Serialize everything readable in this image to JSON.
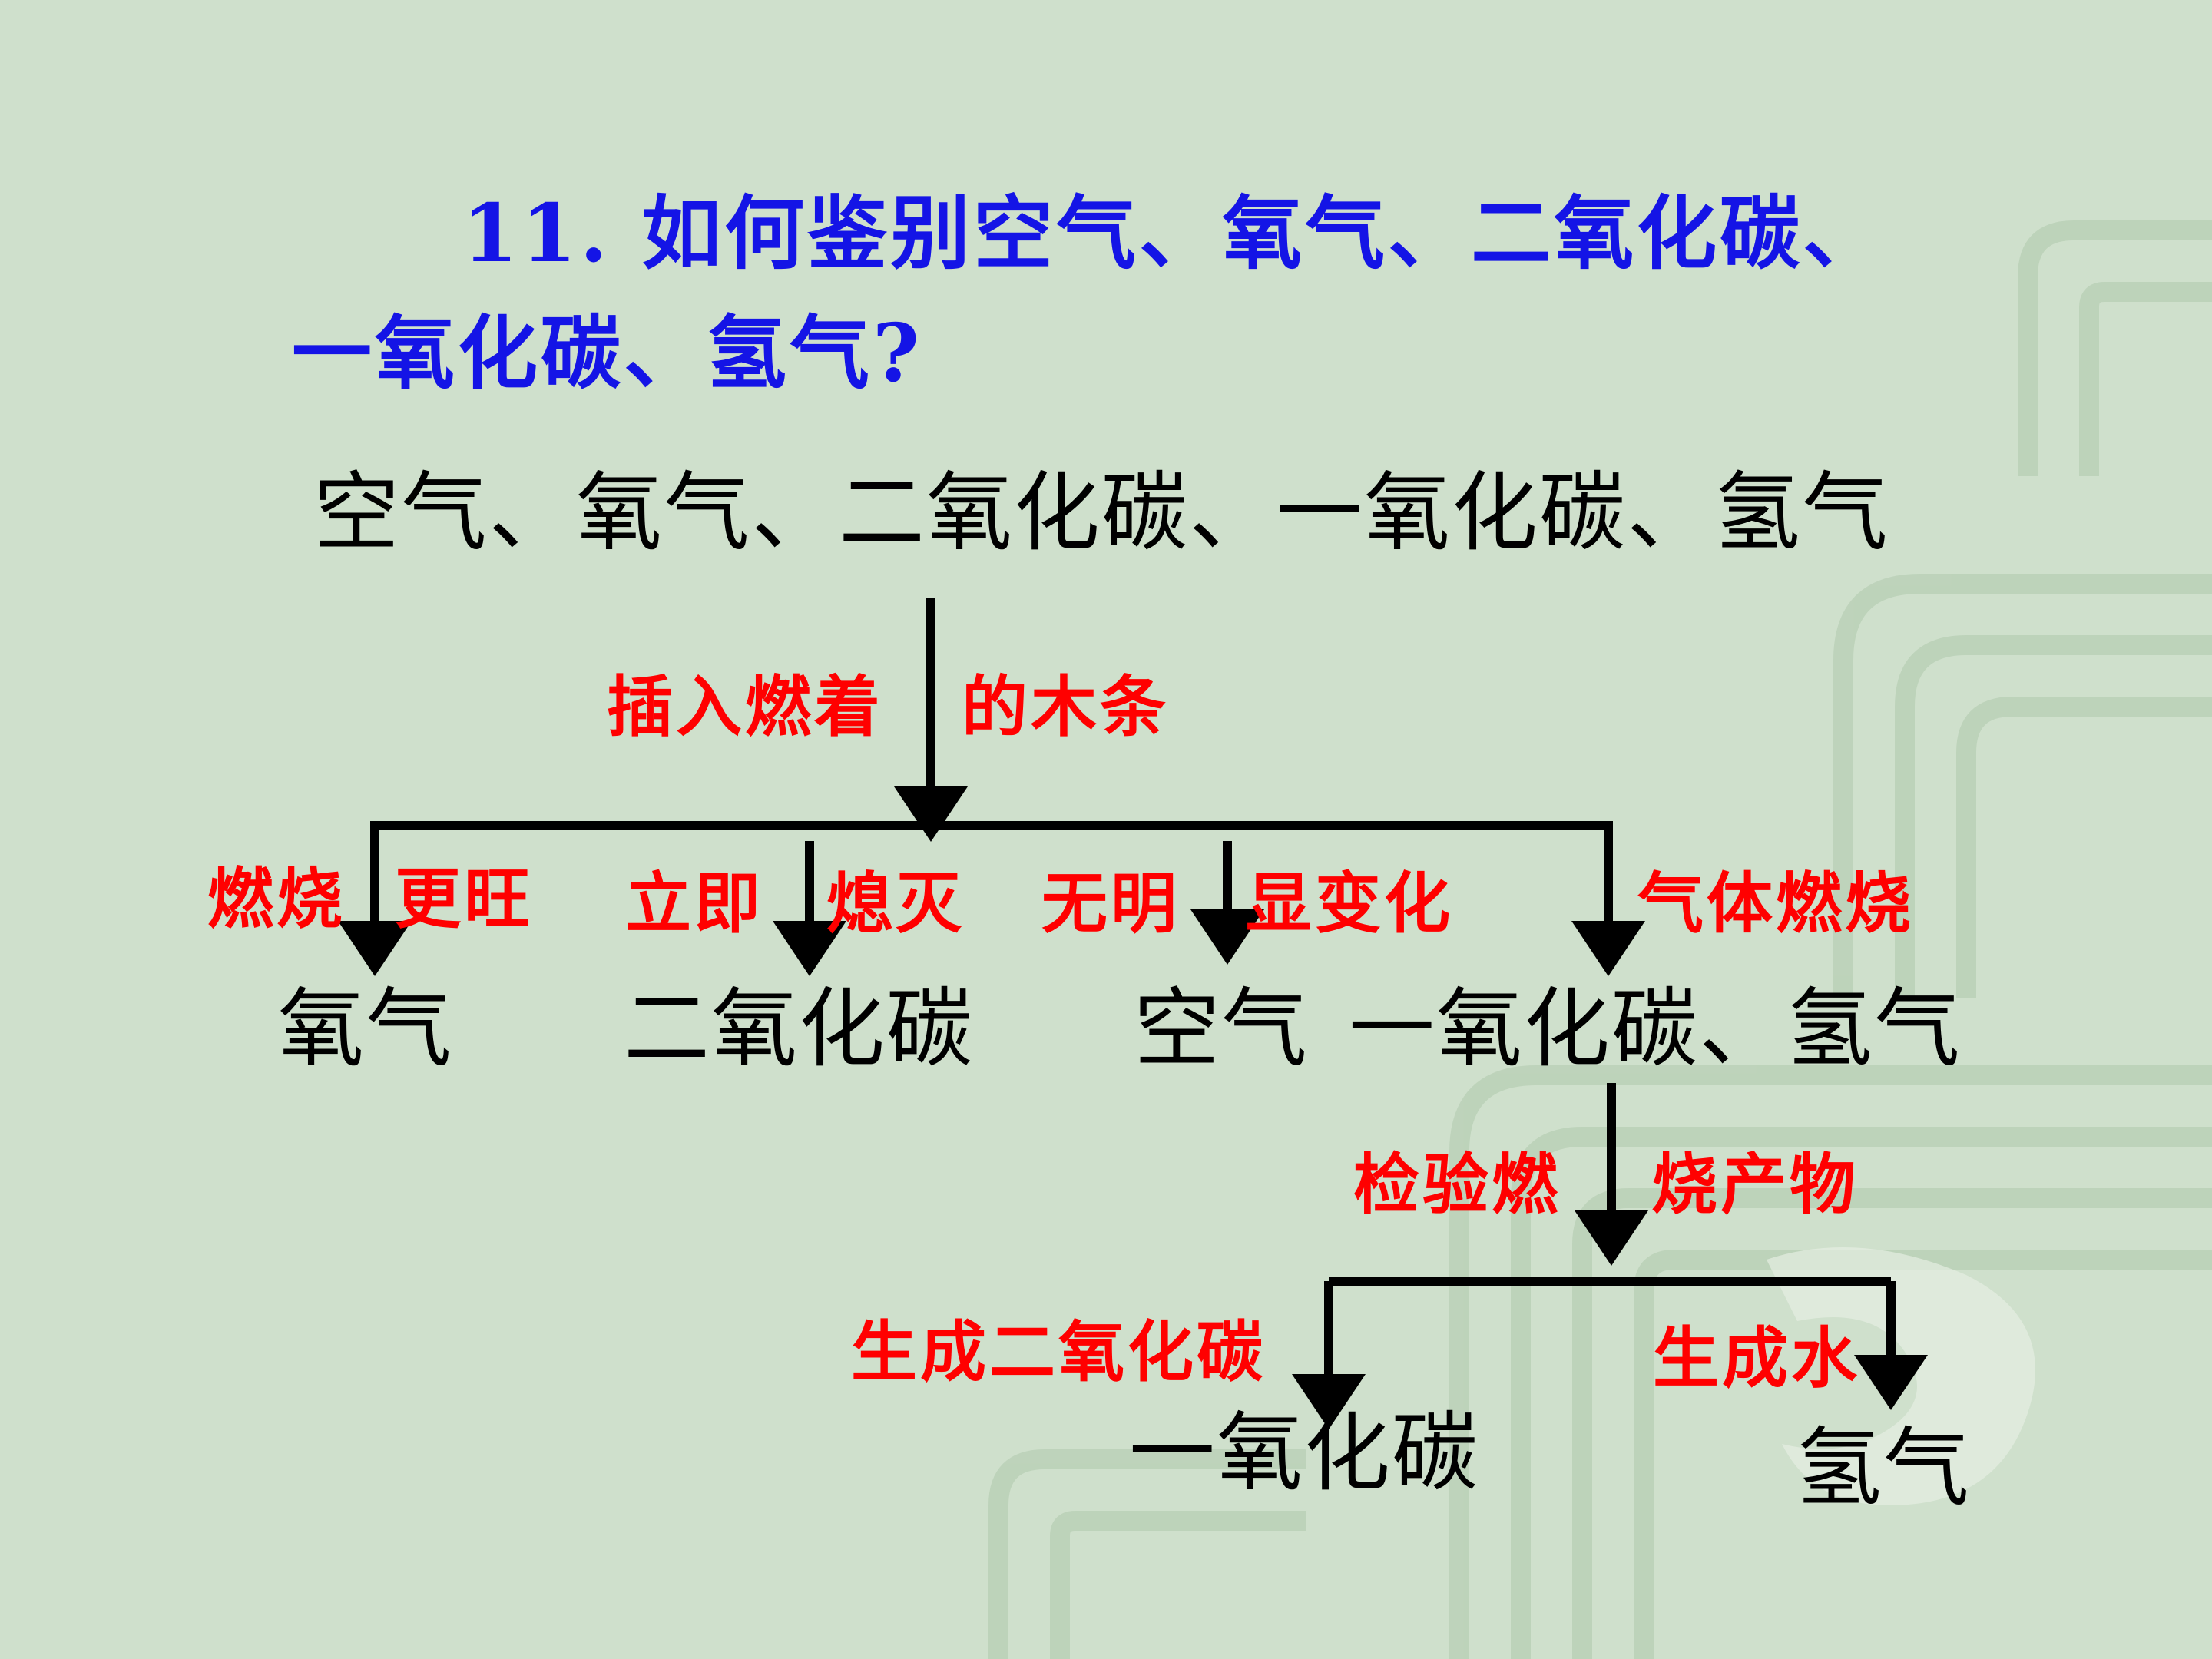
{
  "colors": {
    "background": "#cfe0cc",
    "title": "#1414e6",
    "condition": "#ff0000",
    "node": "#000000",
    "ornament": "#b6cdb3"
  },
  "title": {
    "line1": "11. 如何鉴别空气、氧气、二氧化碳、",
    "line2": "一氧化碳、氢气?"
  },
  "diagram": {
    "root": "空气、氧气、二氧化碳、一氧化碳、氢气",
    "step1": {
      "left": "插入燃着",
      "right": "的木条"
    },
    "branches": {
      "oxygen": {
        "cond_a": "燃烧",
        "cond_b": "更旺",
        "result": "氧气"
      },
      "co2": {
        "cond_a": "立即",
        "cond_b": "熄灭",
        "result": "二氧化碳"
      },
      "air": {
        "cond_a": "无明",
        "cond_b": "显变化",
        "result": "空气"
      },
      "burning": {
        "cond": "气体燃烧",
        "result": "一氧化碳、氢气"
      }
    },
    "step2": {
      "left": "检验燃",
      "right": "烧产物"
    },
    "final": {
      "co": {
        "cond": "生成二氧化碳",
        "result": "一氧化碳"
      },
      "h2": {
        "cond": "生成水",
        "result": "氢气"
      }
    }
  }
}
